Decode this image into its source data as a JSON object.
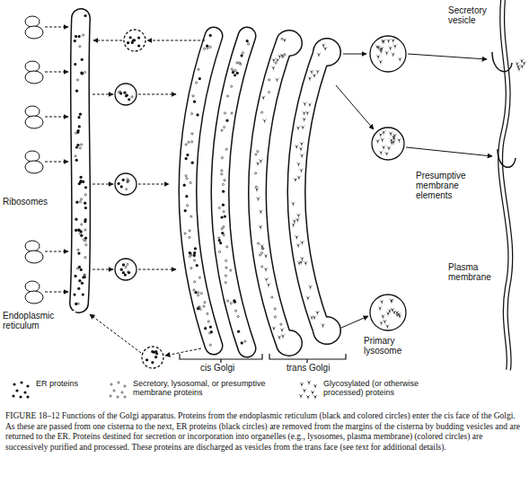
{
  "diagram": {
    "caption": "FIGURE 18–12 Functions of the Golgi apparatus. Proteins from the endoplasmic reticulum (black and colored circles) enter the cis face of the Golgi. As these are passed from one cisterna to the next, ER proteins (black circles) are removed from the margins of the cisterna by budding vesicles and are returned to the ER. Proteins destined for secretion or incorporation into organelles (e.g., lysosomes, plasma membrane) (colored circles) are successively purified and processed. These proteins are discharged as vesicles from the trans face (see text for additional details).",
    "labels": [
      "Secretory vesicle",
      "Presumptive membrane elements",
      "Ribosomes",
      "Plasma membrane",
      "Endoplasmic reticulum",
      "cis Golgi",
      "trans Golgi",
      "Primary lysosome"
    ],
    "legend": [
      {
        "text": "ER proteins"
      },
      {
        "text": "Secretory, lysosomal, or presumptive membrane proteins"
      },
      {
        "text": "Glycosylated (or otherwise processed) proteins"
      }
    ]
  }
}
